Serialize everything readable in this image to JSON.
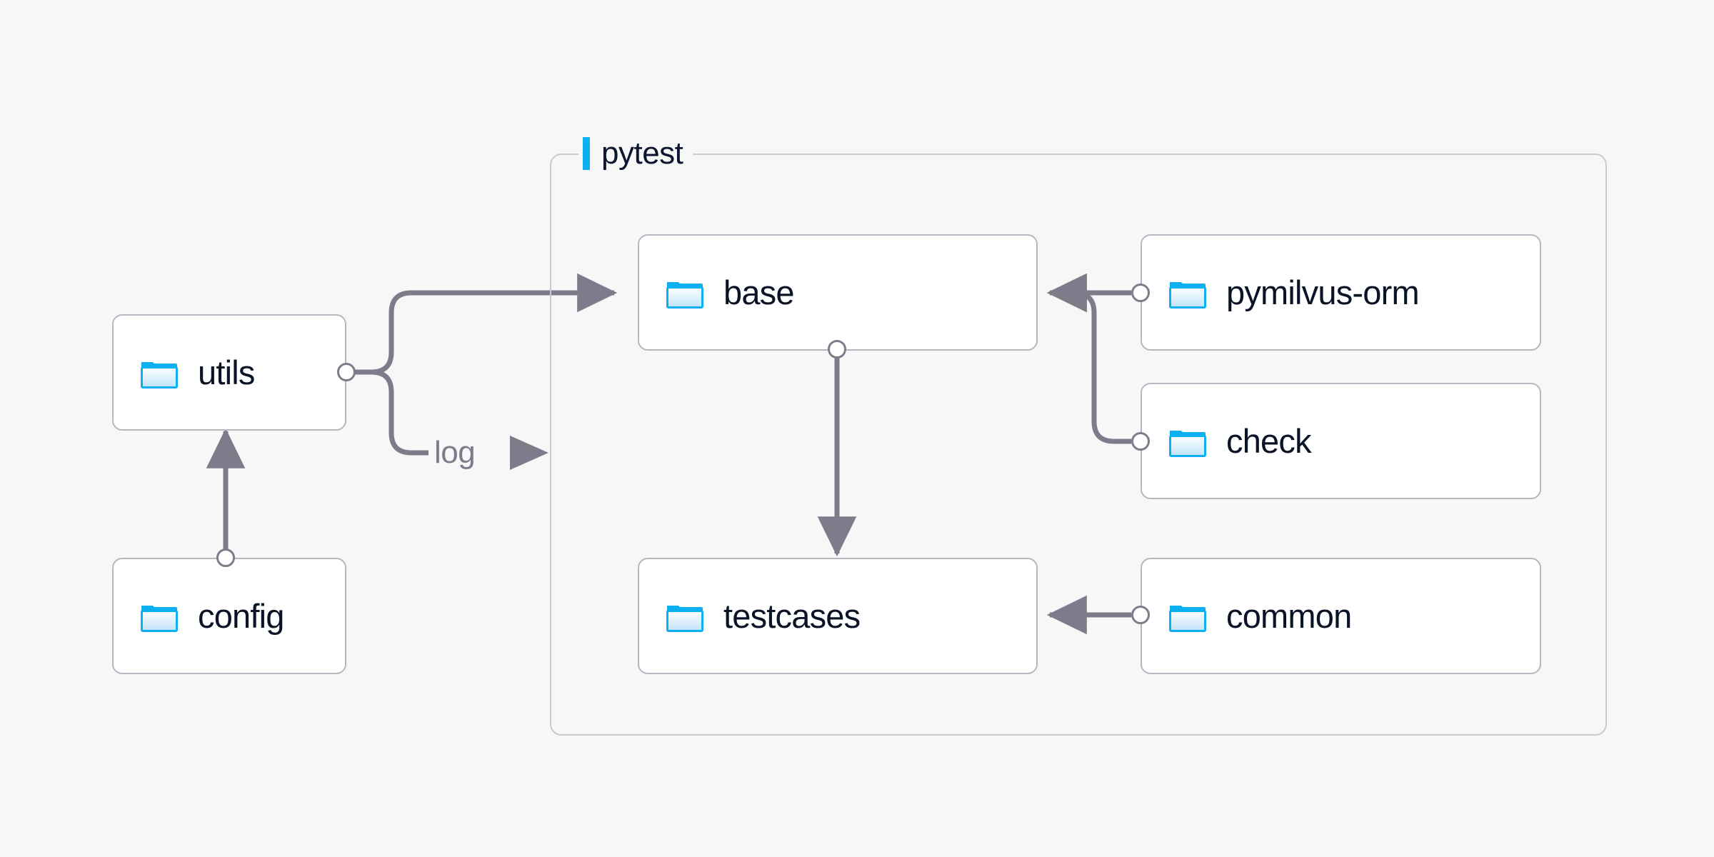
{
  "diagram": {
    "title_visible": false,
    "background_color": "#f7f7f7",
    "line_color": "#7c7c8a",
    "node_border_color": "#b6b6c0",
    "node_fill_color": "#ffffff",
    "text_color": "#0b1326",
    "accent_color": "#0cb0f0",
    "folder_icon_color": "#0cb0f0",
    "type": "dependency-graph"
  },
  "group": {
    "label": "pytest",
    "accent_name": "group-accent-bar"
  },
  "nodes": [
    {
      "id": "utils",
      "label": "utils",
      "icon": "folder-icon"
    },
    {
      "id": "config",
      "label": "config",
      "icon": "folder-icon"
    },
    {
      "id": "base",
      "label": "base",
      "icon": "folder-icon"
    },
    {
      "id": "testcases",
      "label": "testcases",
      "icon": "folder-icon"
    },
    {
      "id": "pymilvus-orm",
      "label": "pymilvus-orm",
      "icon": "folder-icon"
    },
    {
      "id": "check",
      "label": "check",
      "icon": "folder-icon"
    },
    {
      "id": "common",
      "label": "common",
      "icon": "folder-icon"
    }
  ],
  "edges": [
    {
      "from": "config",
      "to": "utils",
      "label": ""
    },
    {
      "from": "utils",
      "to": "base",
      "label": ""
    },
    {
      "from": "utils",
      "to": "pytest",
      "label": "log"
    },
    {
      "from": "base",
      "to": "testcases",
      "label": ""
    },
    {
      "from": "pymilvus-orm",
      "to": "base",
      "label": ""
    },
    {
      "from": "check",
      "to": "base",
      "label": ""
    },
    {
      "from": "common",
      "to": "testcases",
      "label": ""
    }
  ],
  "edge_labels": [
    {
      "text": "log"
    }
  ]
}
